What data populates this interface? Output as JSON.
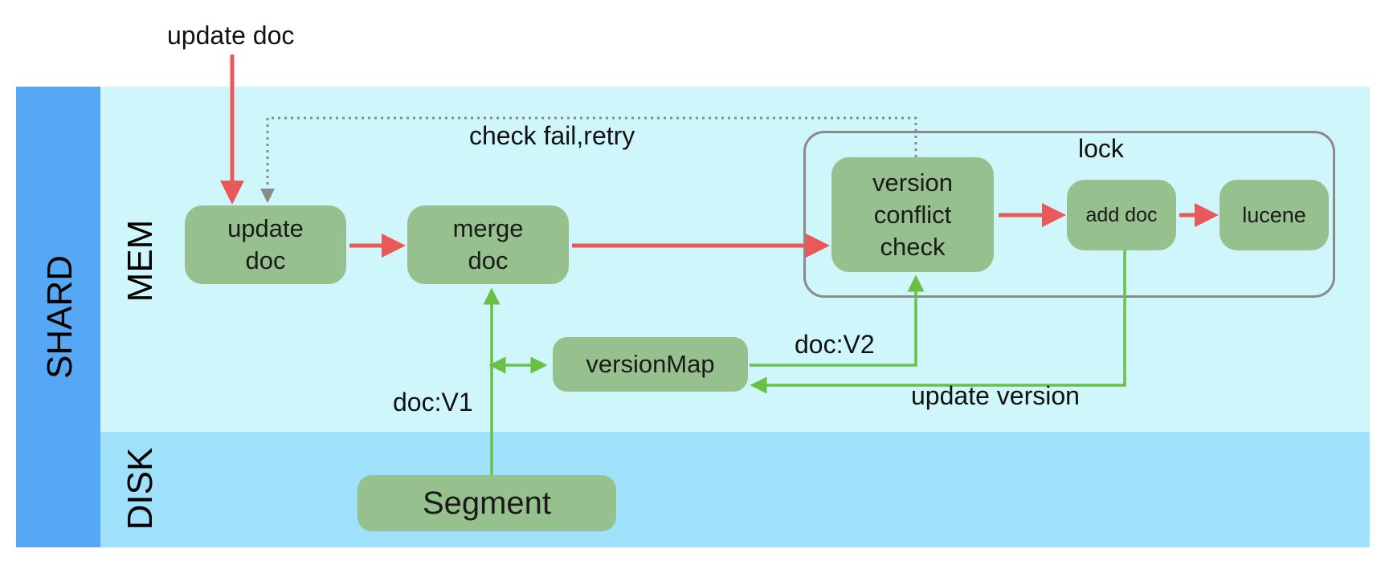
{
  "lanes": {
    "shard": "SHARD",
    "mem": "MEM",
    "disk": "DISK"
  },
  "group": {
    "lock": "lock"
  },
  "nodes": {
    "update_doc": "update\ndoc",
    "merge_doc": "merge\ndoc",
    "version_conflict_check": "version\nconflict\ncheck",
    "add_doc": "add doc",
    "lucene": "lucene",
    "version_map": "versionMap",
    "segment": "Segment"
  },
  "edge_labels": {
    "entry": "update doc",
    "retry": "check fail,retry",
    "doc_v2": "doc:V2",
    "doc_v1": "doc:V1",
    "update_version": "update version"
  },
  "colors": {
    "shard_band": "#56a8f5",
    "mem_band": "#cff6fb",
    "disk_band": "#9fe0fa",
    "node": "#97c08f",
    "write_path_arrow": "#e85a5a",
    "version_path_arrow": "#6abf45",
    "retry_arrow": "#8a8a8a",
    "lock_border": "#8a8a8a"
  }
}
